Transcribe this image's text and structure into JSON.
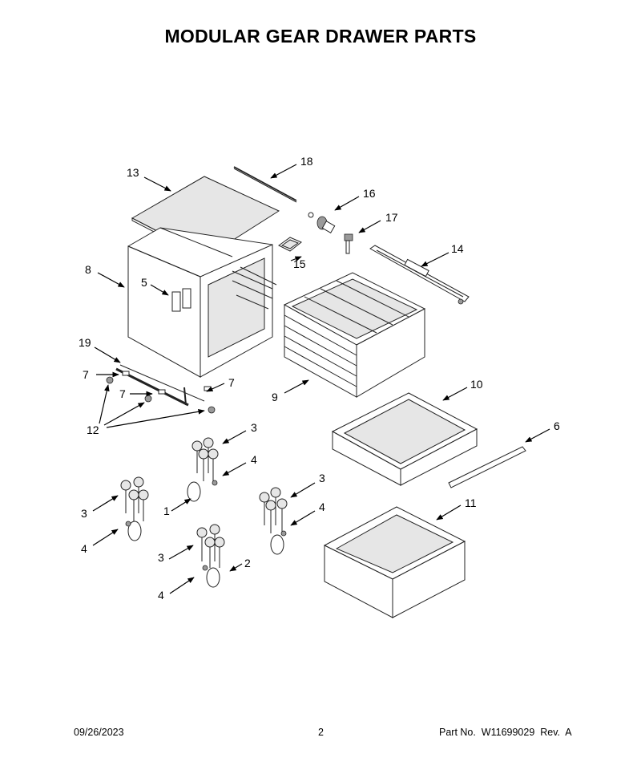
{
  "title": "MODULAR GEAR DRAWER PARTS",
  "callouts": {
    "c13": "13",
    "c18": "18",
    "c16": "16",
    "c17": "17",
    "c14": "14",
    "c15": "15",
    "c8": "8",
    "c5": "5",
    "c19": "19",
    "c7a": "7",
    "c7b": "7",
    "c7c": "7",
    "c12": "12",
    "c9": "9",
    "c10": "10",
    "c6": "6",
    "c11": "11",
    "c3a": "3",
    "c4a": "4",
    "c1": "1",
    "c3b": "3",
    "c4b": "4",
    "c3c": "3",
    "c4c": "4",
    "c3d": "3",
    "c4d": "4",
    "c2": "2"
  },
  "footer": {
    "date": "09/26/2023",
    "page": "2",
    "part": "Part No.  W11699029  Rev.  A"
  }
}
